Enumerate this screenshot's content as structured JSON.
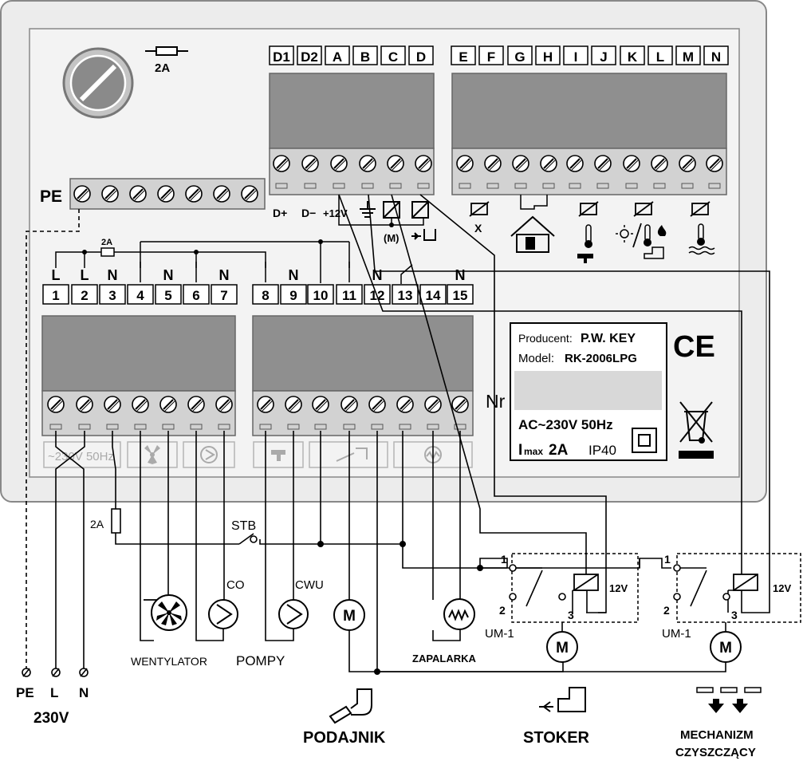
{
  "fuse_top": "2A",
  "pe_label": "PE",
  "top_labels_1": [
    "D1",
    "D2",
    "A",
    "B",
    "C",
    "D"
  ],
  "top_labels_2": [
    "E",
    "F",
    "G",
    "H",
    "I",
    "J",
    "K",
    "L",
    "M",
    "N"
  ],
  "sub_dplus": "D+",
  "sub_dminus": "D−",
  "sub_12v": "+12V",
  "sub_m": "(M)",
  "sub_x": "X",
  "small_fuse": "2A",
  "func_labels": [
    "L",
    "L",
    "N",
    "N",
    "N",
    "N",
    "N"
  ],
  "num_labels": [
    "1",
    "2",
    "3",
    "4",
    "5",
    "6",
    "7",
    "8",
    "9",
    "10",
    "11",
    "12",
    "13",
    "14",
    "15"
  ],
  "nr_label": "Nr",
  "producer_key": "Producent:",
  "producer_val": "P.W. KEY",
  "model_key": "Model:",
  "model_val": "RK-2006LPG",
  "ce_mark": "CE",
  "supply": "AC~230V 50Hz",
  "imax_i": "I",
  "imax_sub": "max",
  "imax_val": "2A",
  "ip": "IP40",
  "mark_230": "~230V 50Hz",
  "fuse_2a_bottom": "2A",
  "stb": "STB",
  "co": "CO",
  "cwu": "CWU",
  "motor_m": "M",
  "relay_12v": "12V",
  "um1": "UM-1",
  "pin1": "1",
  "pin2": "2",
  "pin3": "3",
  "wentylator": "WENTYLATOR",
  "pompy": "POMPY",
  "zapalarka": "ZAPALARKA",
  "pe_bottom": "PE",
  "l_bottom": "L",
  "n_bottom": "N",
  "v230": "230V",
  "podajnik": "PODAJNIK",
  "stoker": "STOKER",
  "mech1": "MECHANIZM",
  "mech2": "CZYSZCZĄCY",
  "colors": {
    "panel": "#e6e6e6",
    "block": "#8f8f8f",
    "strip": "#d0d0d0",
    "line": "#000000"
  }
}
